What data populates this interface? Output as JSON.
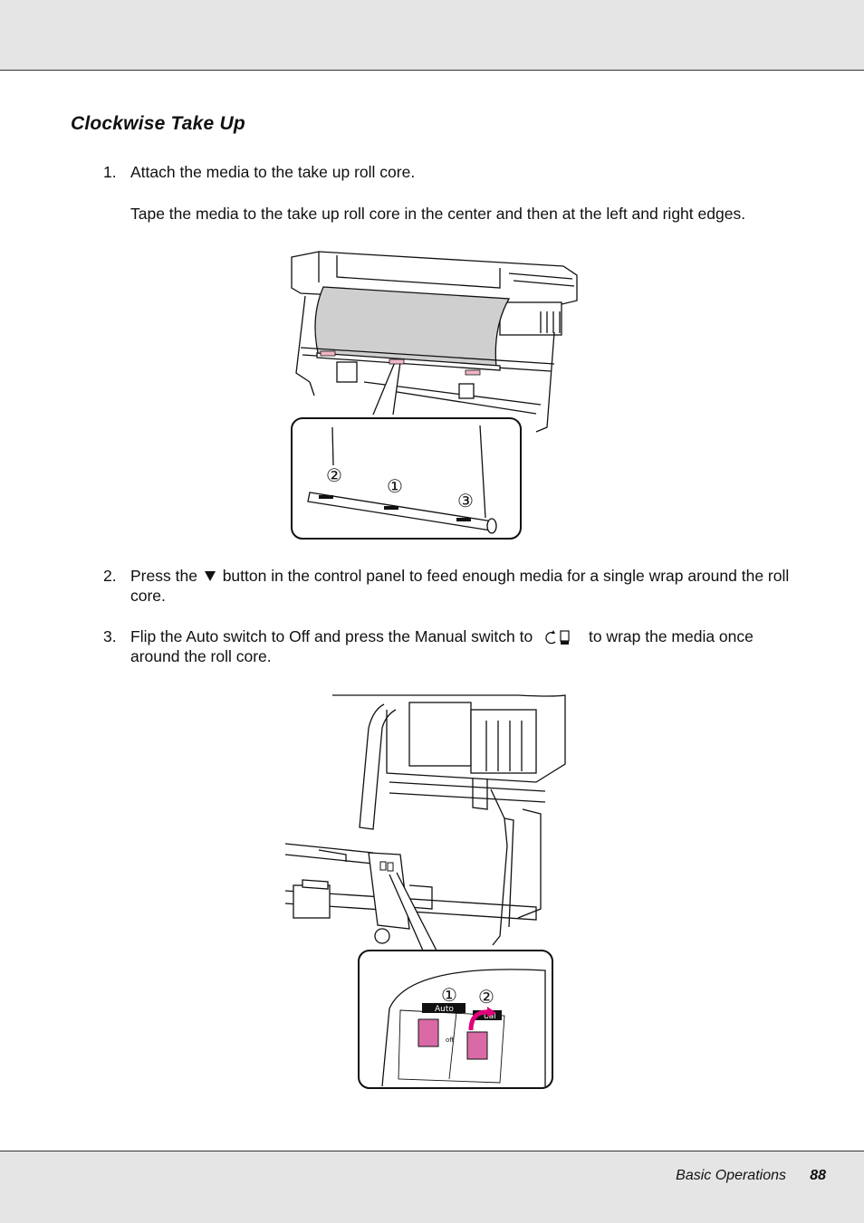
{
  "section": {
    "title": "Clockwise Take Up"
  },
  "steps": [
    {
      "number": "1.",
      "text": "Attach the media to the take up roll core.",
      "note": "Tape the media to the take up roll core in the center and then at the left and right edges."
    },
    {
      "number": "2.",
      "text_before": "Press the",
      "button_icon": "down-triangle-icon",
      "text_after": "button in the control panel to feed enough media for a single wrap around the roll core."
    },
    {
      "number": "3.",
      "text_before": "Flip the Auto switch to Off and press the Manual switch to",
      "switch_icon": "clockwise-wind-icon",
      "text_after": "to wrap the media once around the roll core."
    }
  ],
  "figure1": {
    "callouts": [
      "①",
      "②",
      "③"
    ]
  },
  "figure2": {
    "callouts": [
      "①",
      "②"
    ],
    "auto_label": "Auto",
    "manual_label": "ual",
    "off_label": "off"
  },
  "footer": {
    "section": "Basic Operations",
    "page": "88"
  },
  "colors": {
    "band": "#e5e5e5",
    "tape": "#f2b6c6",
    "arrow": "#e0007a",
    "media": "#cfcfcf"
  }
}
